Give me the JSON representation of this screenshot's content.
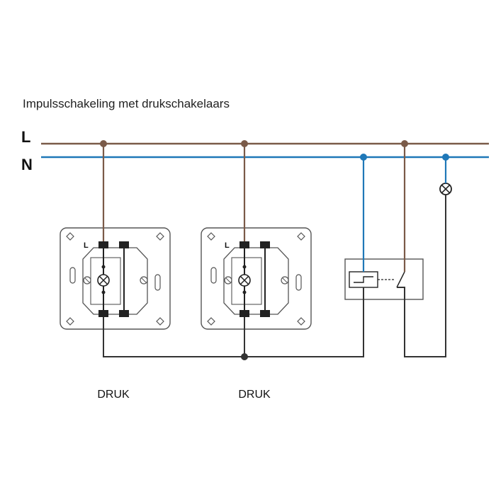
{
  "title": "Impulsschakeling met drukschakelaars",
  "bus": {
    "line_label": "L",
    "neutral_label": "N"
  },
  "switches": [
    {
      "caption": "DRUK",
      "terminal_label": "L"
    },
    {
      "caption": "DRUK",
      "terminal_label": "L"
    }
  ],
  "colors": {
    "line_wire": "#7a5a48",
    "neutral_wire": "#1f78b8",
    "switch_wire": "#333333",
    "device_outline": "#555555",
    "background": "#ffffff"
  }
}
